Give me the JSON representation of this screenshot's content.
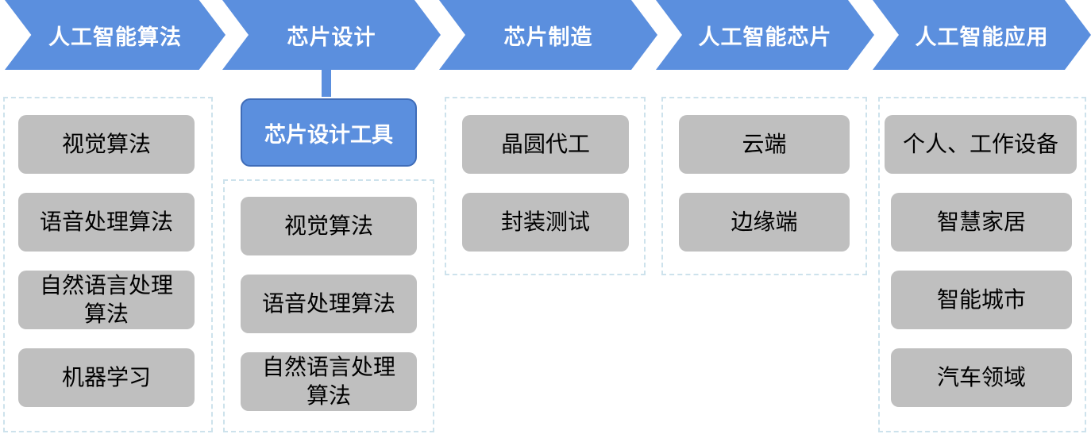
{
  "stages": [
    "人工智能算法",
    "芯片设计",
    "芯片制造",
    "人工智能芯片",
    "人工智能应用"
  ],
  "columns": {
    "algorithms": [
      "视觉算法",
      "语音处理算法",
      "自然语言处理\n算法",
      "机器学习"
    ],
    "design_tool": "芯片设计工具",
    "design": [
      "视觉算法",
      "语音处理算法",
      "自然语言处理\n算法"
    ],
    "manufacturing": [
      "晶圆代工",
      "封装测试"
    ],
    "chips": [
      "云端",
      "边缘端"
    ],
    "applications": [
      "个人、工作设备",
      "智慧家居",
      "智能城市",
      "汽车领域"
    ]
  },
  "colors": {
    "chevron": "#5b8fde",
    "item": "#bfbfbf",
    "frame": "#cde2ec"
  }
}
